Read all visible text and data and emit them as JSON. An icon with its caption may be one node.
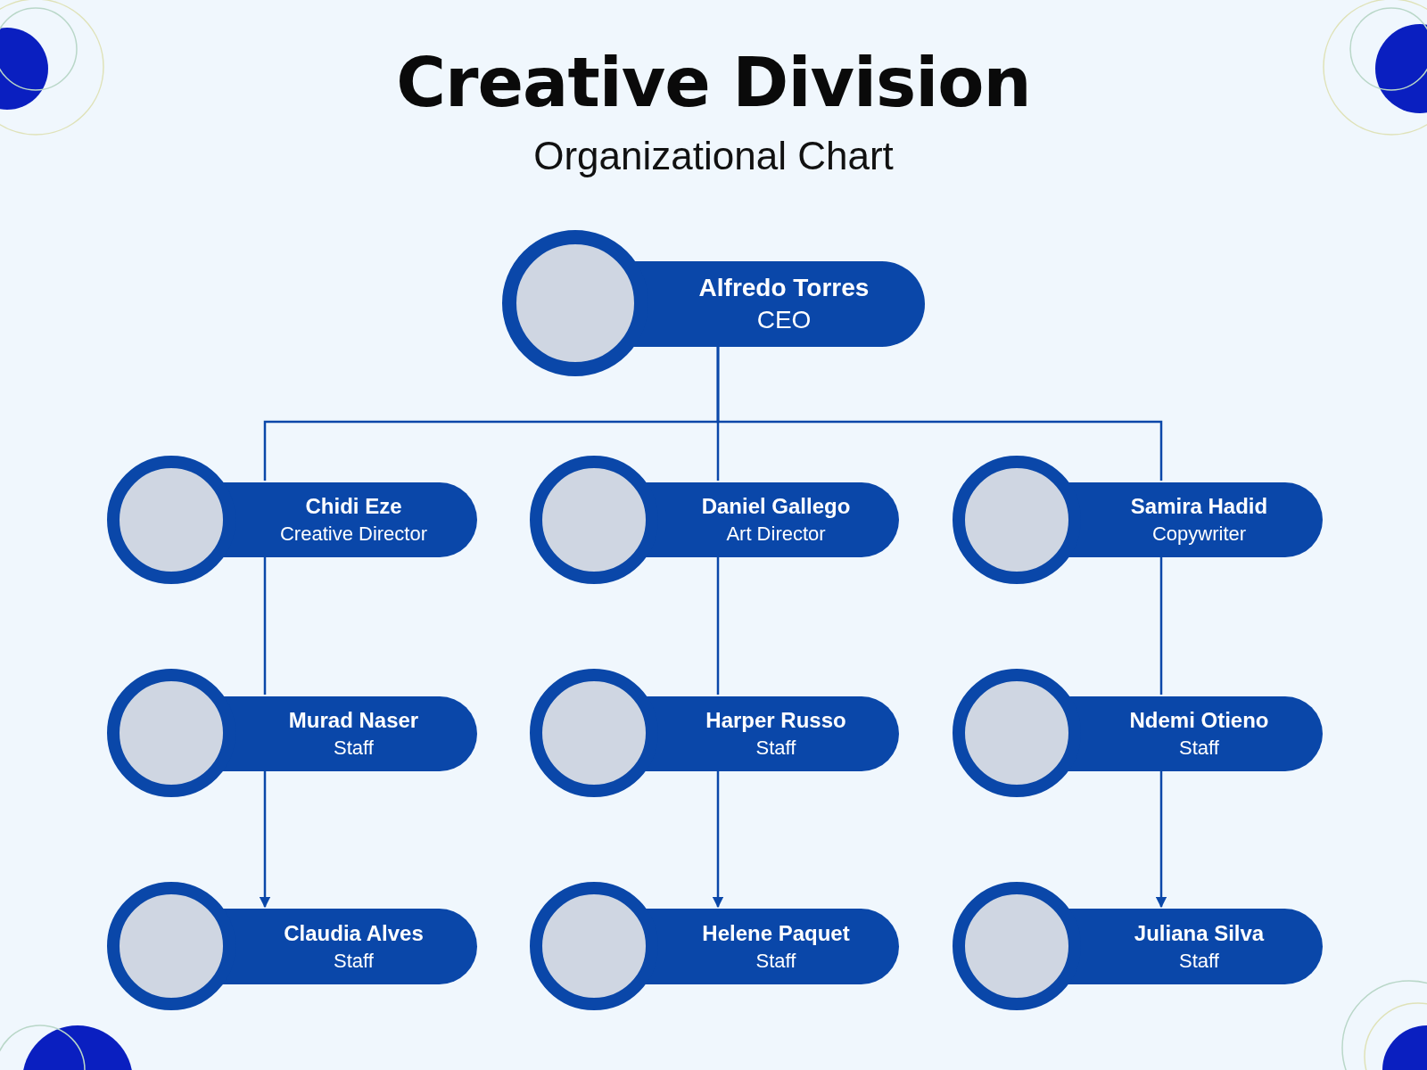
{
  "diagram": {
    "title": "Creative Division",
    "caption": "Organizational Chart",
    "nodes": [
      {
        "text": [
          "Alfredo Torres",
          "CEO"
        ]
      },
      {
        "text": [
          "Chidi Eze",
          "Creative Director"
        ]
      },
      {
        "text": [
          "Daniel Gallego",
          "Art Director"
        ]
      },
      {
        "text": [
          "Samira Hadid",
          "Copywriter"
        ]
      },
      {
        "text": [
          "Murad Naser",
          "Staff"
        ]
      },
      {
        "text": [
          "Harper Russo",
          "Staff"
        ]
      },
      {
        "text": [
          "Ndemi Otieno",
          "Staff"
        ]
      },
      {
        "text": [
          "Claudia Alves",
          "Staff"
        ]
      },
      {
        "text": [
          "Helene Paquet",
          "Staff"
        ]
      },
      {
        "text": [
          "Juliana Silva",
          "Staff"
        ]
      }
    ],
    "edges": [
      {
        "from": 0,
        "to": 1,
        "arrow": "none"
      },
      {
        "from": 0,
        "to": 2,
        "arrow": "none"
      },
      {
        "from": 0,
        "to": 3,
        "arrow": "none"
      },
      {
        "from": 1,
        "to": 4,
        "arrow": "none"
      },
      {
        "from": 2,
        "to": 5,
        "arrow": "none"
      },
      {
        "from": 3,
        "to": 6,
        "arrow": "none"
      },
      {
        "from": 4,
        "to": 7,
        "arrow": "to"
      },
      {
        "from": 5,
        "to": 8,
        "arrow": "to"
      },
      {
        "from": 6,
        "to": 9,
        "arrow": "to"
      }
    ]
  }
}
